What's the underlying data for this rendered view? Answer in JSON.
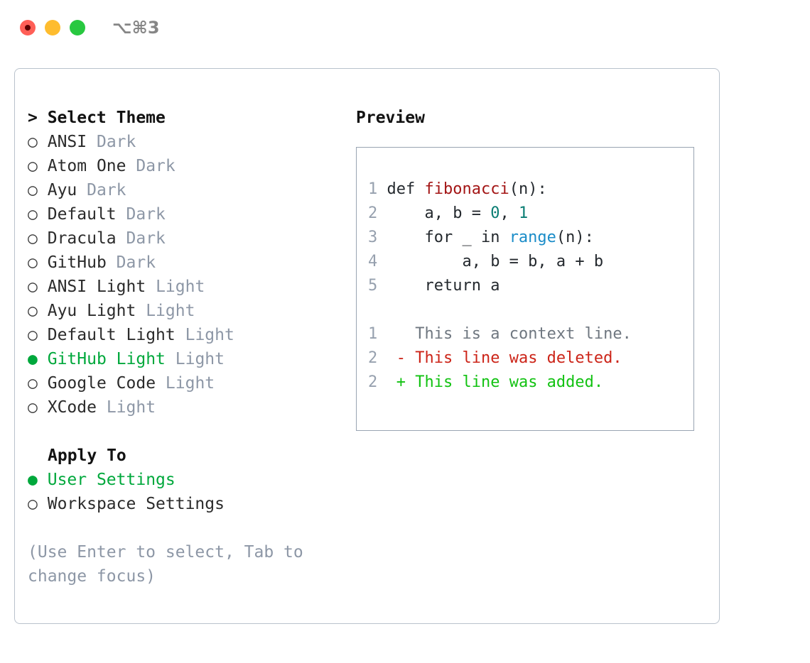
{
  "titlebar": {
    "shortcut": "⌥⌘3",
    "buttons": [
      "close",
      "minimize",
      "maximize"
    ]
  },
  "theme_section": {
    "header": "> Select Theme",
    "header_marker": ">",
    "header_label": "Select Theme",
    "items": [
      {
        "marker": "○",
        "label": "ANSI",
        "suffix": "Dark",
        "selected": false
      },
      {
        "marker": "○",
        "label": "Atom One",
        "suffix": "Dark",
        "selected": false
      },
      {
        "marker": "○",
        "label": "Ayu",
        "suffix": "Dark",
        "selected": false
      },
      {
        "marker": "○",
        "label": "Default",
        "suffix": "Dark",
        "selected": false
      },
      {
        "marker": "○",
        "label": "Dracula",
        "suffix": "Dark",
        "selected": false
      },
      {
        "marker": "○",
        "label": "GitHub",
        "suffix": "Dark",
        "selected": false
      },
      {
        "marker": "○",
        "label": "ANSI Light",
        "suffix": "Light",
        "selected": false
      },
      {
        "marker": "○",
        "label": "Ayu Light",
        "suffix": "Light",
        "selected": false
      },
      {
        "marker": "○",
        "label": "Default Light",
        "suffix": "Light",
        "selected": false
      },
      {
        "marker": "●",
        "label": "GitHub Light",
        "suffix": "Light",
        "selected": true
      },
      {
        "marker": "○",
        "label": "Google Code",
        "suffix": "Light",
        "selected": false
      },
      {
        "marker": "○",
        "label": "XCode",
        "suffix": "Light",
        "selected": false
      }
    ]
  },
  "apply_section": {
    "header": "Apply To",
    "items": [
      {
        "marker": "●",
        "label": "User Settings",
        "selected": true
      },
      {
        "marker": "○",
        "label": "Workspace Settings",
        "selected": false
      }
    ]
  },
  "hint": "(Use Enter to select, Tab to change focus)",
  "preview": {
    "title": "Preview",
    "code_lines": [
      {
        "num": "1",
        "tokens": [
          {
            "t": "def ",
            "c": "plain"
          },
          {
            "t": "fibonacci",
            "c": "fn"
          },
          {
            "t": "(n):",
            "c": "plain"
          }
        ]
      },
      {
        "num": "2",
        "tokens": [
          {
            "t": "    a, b = ",
            "c": "plain"
          },
          {
            "t": "0",
            "c": "num"
          },
          {
            "t": ", ",
            "c": "plain"
          },
          {
            "t": "1",
            "c": "num"
          }
        ]
      },
      {
        "num": "3",
        "tokens": [
          {
            "t": "    for _ in ",
            "c": "plain"
          },
          {
            "t": "range",
            "c": "call"
          },
          {
            "t": "(n):",
            "c": "plain"
          }
        ]
      },
      {
        "num": "4",
        "tokens": [
          {
            "t": "        a, b = b, a + b",
            "c": "plain"
          }
        ]
      },
      {
        "num": "5",
        "tokens": [
          {
            "t": "    return a",
            "c": "plain"
          }
        ]
      }
    ],
    "diff_lines": [
      {
        "num": "1",
        "marker": " ",
        "text": "This is a context line.",
        "kind": "context"
      },
      {
        "num": "2",
        "marker": "-",
        "text": "This line was deleted.",
        "kind": "deleted"
      },
      {
        "num": "2",
        "marker": "+",
        "text": "This line was added.",
        "kind": "added"
      }
    ]
  },
  "colors": {
    "selection_green": "#00a83c",
    "muted": "#8d97a6",
    "panel_border": "#b9c2cc",
    "preview_border": "#99a4b2",
    "diff_deleted": "#cc2418",
    "diff_added": "#12c212",
    "syntax_function": "#a31515",
    "syntax_number": "#0a7d73",
    "syntax_call": "#1a8cc8",
    "traffic_close": "#ff5f57",
    "traffic_min": "#febc2e",
    "traffic_max": "#28c840"
  }
}
